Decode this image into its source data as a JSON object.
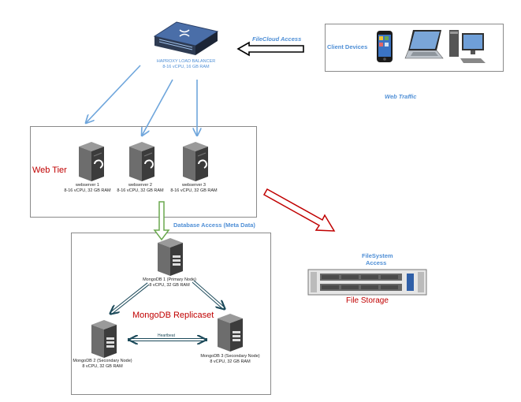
{
  "load_balancer": {
    "name": "HAPROXY LOAD BALANCER",
    "specs": "8-16 vCPU, 16 GB RAM"
  },
  "client_devices": {
    "label": "Client Devices"
  },
  "labels": {
    "filecloud_access": "FileCloud Access",
    "web_traffic": "Web Traffic",
    "database_access": "Database Access (Meta Data)",
    "filesystem_access_line1": "FileSystem",
    "filesystem_access_line2": "Access",
    "file_storage": "File Storage",
    "web_tier": "Web Tier",
    "mongodb_replicaset": "MongoDB Replicaset",
    "heartbeat": "Heartbeat"
  },
  "webservers": [
    {
      "name": "webserver 1",
      "specs": "8-16 vCPU, 32 GB RAM"
    },
    {
      "name": "webserver 2",
      "specs": "8-16 vCPU, 32 GB RAM"
    },
    {
      "name": "webserver 3",
      "specs": "8-16 vCPU, 32 GB RAM"
    }
  ],
  "mongodb": [
    {
      "name": "MongoDB 1 (Primary Node)",
      "specs": "8 vCPU, 32 GB RAM"
    },
    {
      "name": "MongoDB 2 (Secondary Node)",
      "specs": "8 vCPU, 32 GB RAM"
    },
    {
      "name": "MongoDB 3 (Secondary Node)",
      "specs": "8 vCPU, 32 GB RAM"
    }
  ],
  "colors": {
    "blue_arrow": "#6fa6dc",
    "green_arrow": "#6aa84f",
    "red_arrow": "#c00000",
    "teal_arrow": "#1c4a5a",
    "label_blue": "#4f8fd6",
    "label_red": "#c00000"
  }
}
